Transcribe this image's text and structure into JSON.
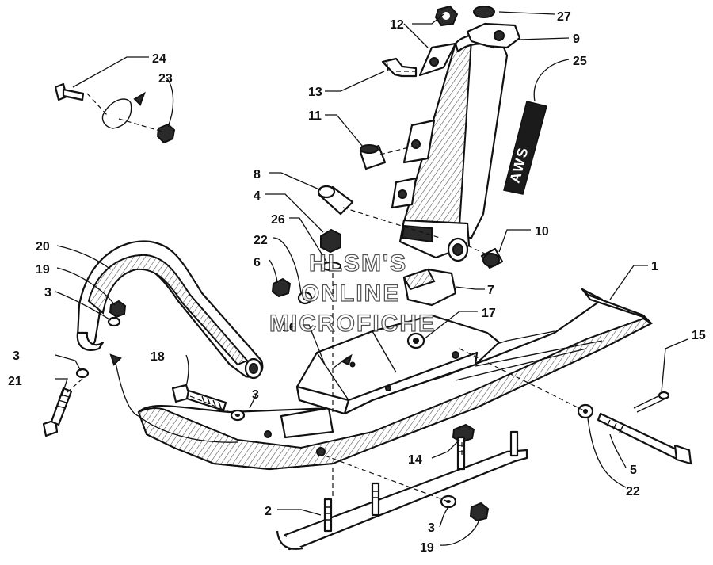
{
  "callouts": {
    "c1": "1",
    "c2": "2",
    "c3a": "3",
    "c3b": "3",
    "c3c": "3",
    "c3d": "3",
    "c4": "4",
    "c5": "5",
    "c6": "6",
    "c7": "7",
    "c8": "8",
    "c9": "9",
    "c10": "10",
    "c11": "11",
    "c12": "12",
    "c13": "13",
    "c14": "14",
    "c15": "15",
    "c16": "16",
    "c17": "17",
    "c18": "18",
    "c19a": "19",
    "c19b": "19",
    "c20": "20",
    "c21": "21",
    "c22a": "22",
    "c22b": "22",
    "c23": "23",
    "c24": "24",
    "c25": "25",
    "c26": "26",
    "c27": "27"
  },
  "decal": {
    "text": "AWS"
  },
  "watermark": {
    "line1": "HLSM'S",
    "line2": "ONLINE",
    "line3": "MICROFICHE"
  }
}
